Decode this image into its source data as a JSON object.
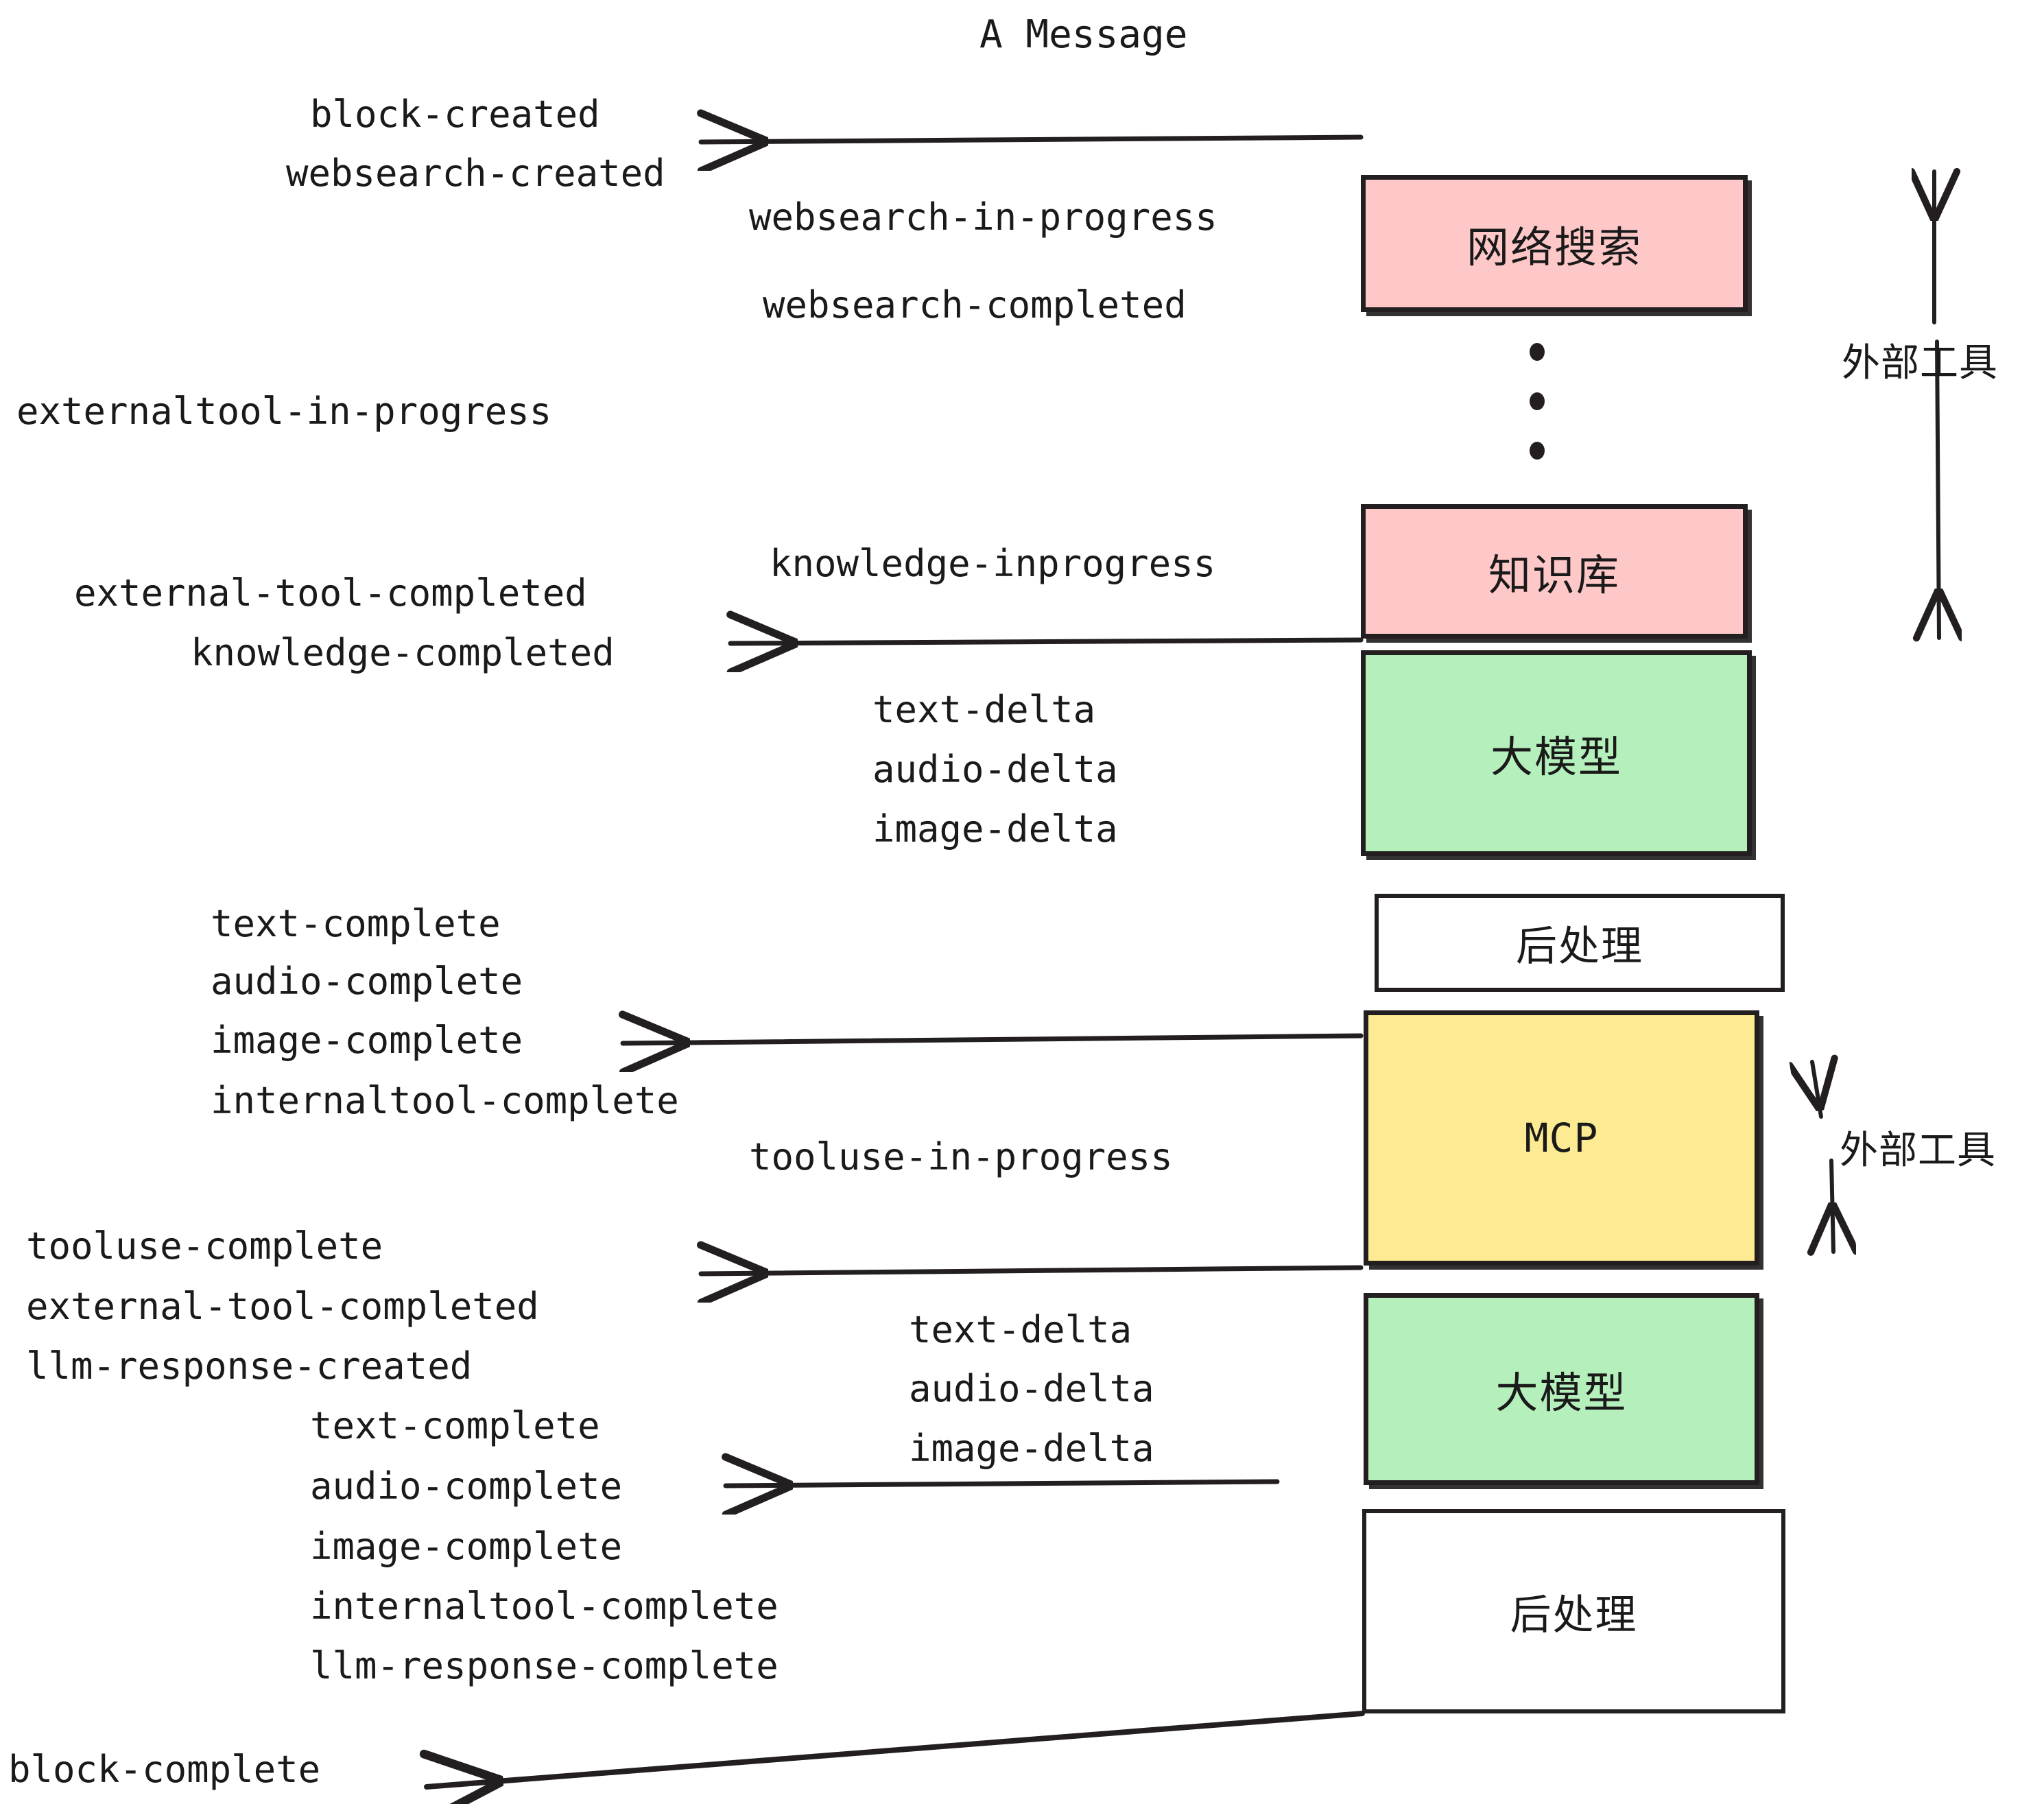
{
  "title": "A Message",
  "colors": {
    "pink": "#FFC8C8",
    "green": "#B5F0BC",
    "yellow": "#FCEB92",
    "white": "#FFFFFF",
    "stroke": "#231F20",
    "text": "#1A1A1A",
    "background": "#FFFFFF"
  },
  "boxes": {
    "websearch": "网络搜索",
    "knowledge": "知识库",
    "llm_1": "大模型",
    "postprocess_1": "后处理",
    "mcp": "MCP",
    "llm_2": "大模型",
    "postprocess_2": "后处理"
  },
  "side_labels": {
    "external_tool_top": "外部工具",
    "external_tool_bottom": "外部工具"
  },
  "events": {
    "block_created": "block-created",
    "websearch_created": "websearch-created",
    "websearch_in_progress": "websearch-in-progress",
    "websearch_completed": "websearch-completed",
    "externaltool_in_progress": "externaltool-in-progress",
    "knowledge_inprogress": "knowledge-inprogress",
    "external_tool_completed_1": "external-tool-completed",
    "knowledge_completed": "knowledge-completed",
    "text_delta_1": "text-delta",
    "audio_delta_1": "audio-delta",
    "image_delta_1": "image-delta",
    "text_complete_1": "text-complete",
    "audio_complete_1": "audio-complete",
    "image_complete_1": "image-complete",
    "internaltool_complete_1": "internaltool-complete",
    "tooluse_in_progress": "tooluse-in-progress",
    "tooluse_complete": "tooluse-complete",
    "external_tool_completed_2": "external-tool-completed",
    "llm_response_created": "llm-response-created",
    "text_delta_2": "text-delta",
    "audio_delta_2": "audio-delta",
    "image_delta_2": "image-delta",
    "text_complete_2": "text-complete",
    "audio_complete_2": "audio-complete",
    "image_complete_2": "image-complete",
    "internaltool_complete_2": "internaltool-complete",
    "llm_response_complete": "llm-response-complete",
    "block_complete": "block-complete"
  },
  "ellipsis": {
    "label": "vertical-ellipsis",
    "count": 3
  }
}
